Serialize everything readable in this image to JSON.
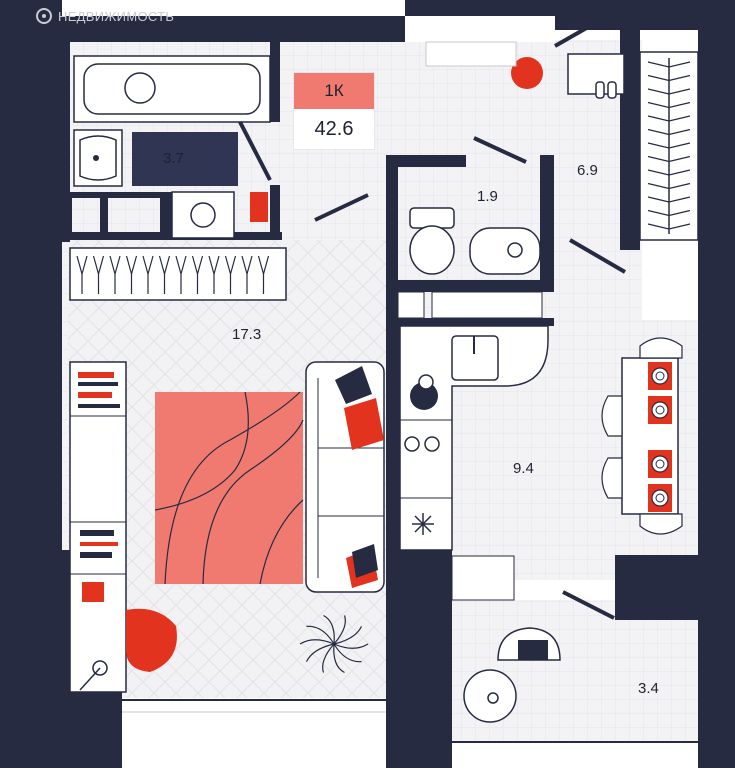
{
  "watermark": {
    "text": "НЕДВИЖИМОСТЬ"
  },
  "apartment": {
    "type_label": "1К",
    "total_area": "42.6"
  },
  "rooms": [
    {
      "id": "bathroom",
      "area": "3.7"
    },
    {
      "id": "hall",
      "area": "6.9"
    },
    {
      "id": "wc",
      "area": "1.9"
    },
    {
      "id": "living",
      "area": "17.3"
    },
    {
      "id": "kitchen",
      "area": "9.4"
    },
    {
      "id": "balcony",
      "area": "3.4"
    }
  ],
  "colors": {
    "wall": "#262b42",
    "floor": "#f1f1f3",
    "accent": "#f07a6f",
    "accent_dark": "#e2331f",
    "line": "#c7c9d0"
  },
  "icons": [
    "logo-icon",
    "bathtub-icon",
    "sink-icon",
    "washing-machine-icon",
    "toilet-icon",
    "wardrobe-icon",
    "bed-icon",
    "sofa-icon",
    "desk-icon",
    "chair-icon",
    "plant-icon",
    "stove-icon",
    "dining-table-icon",
    "balcony-chair-icon"
  ]
}
